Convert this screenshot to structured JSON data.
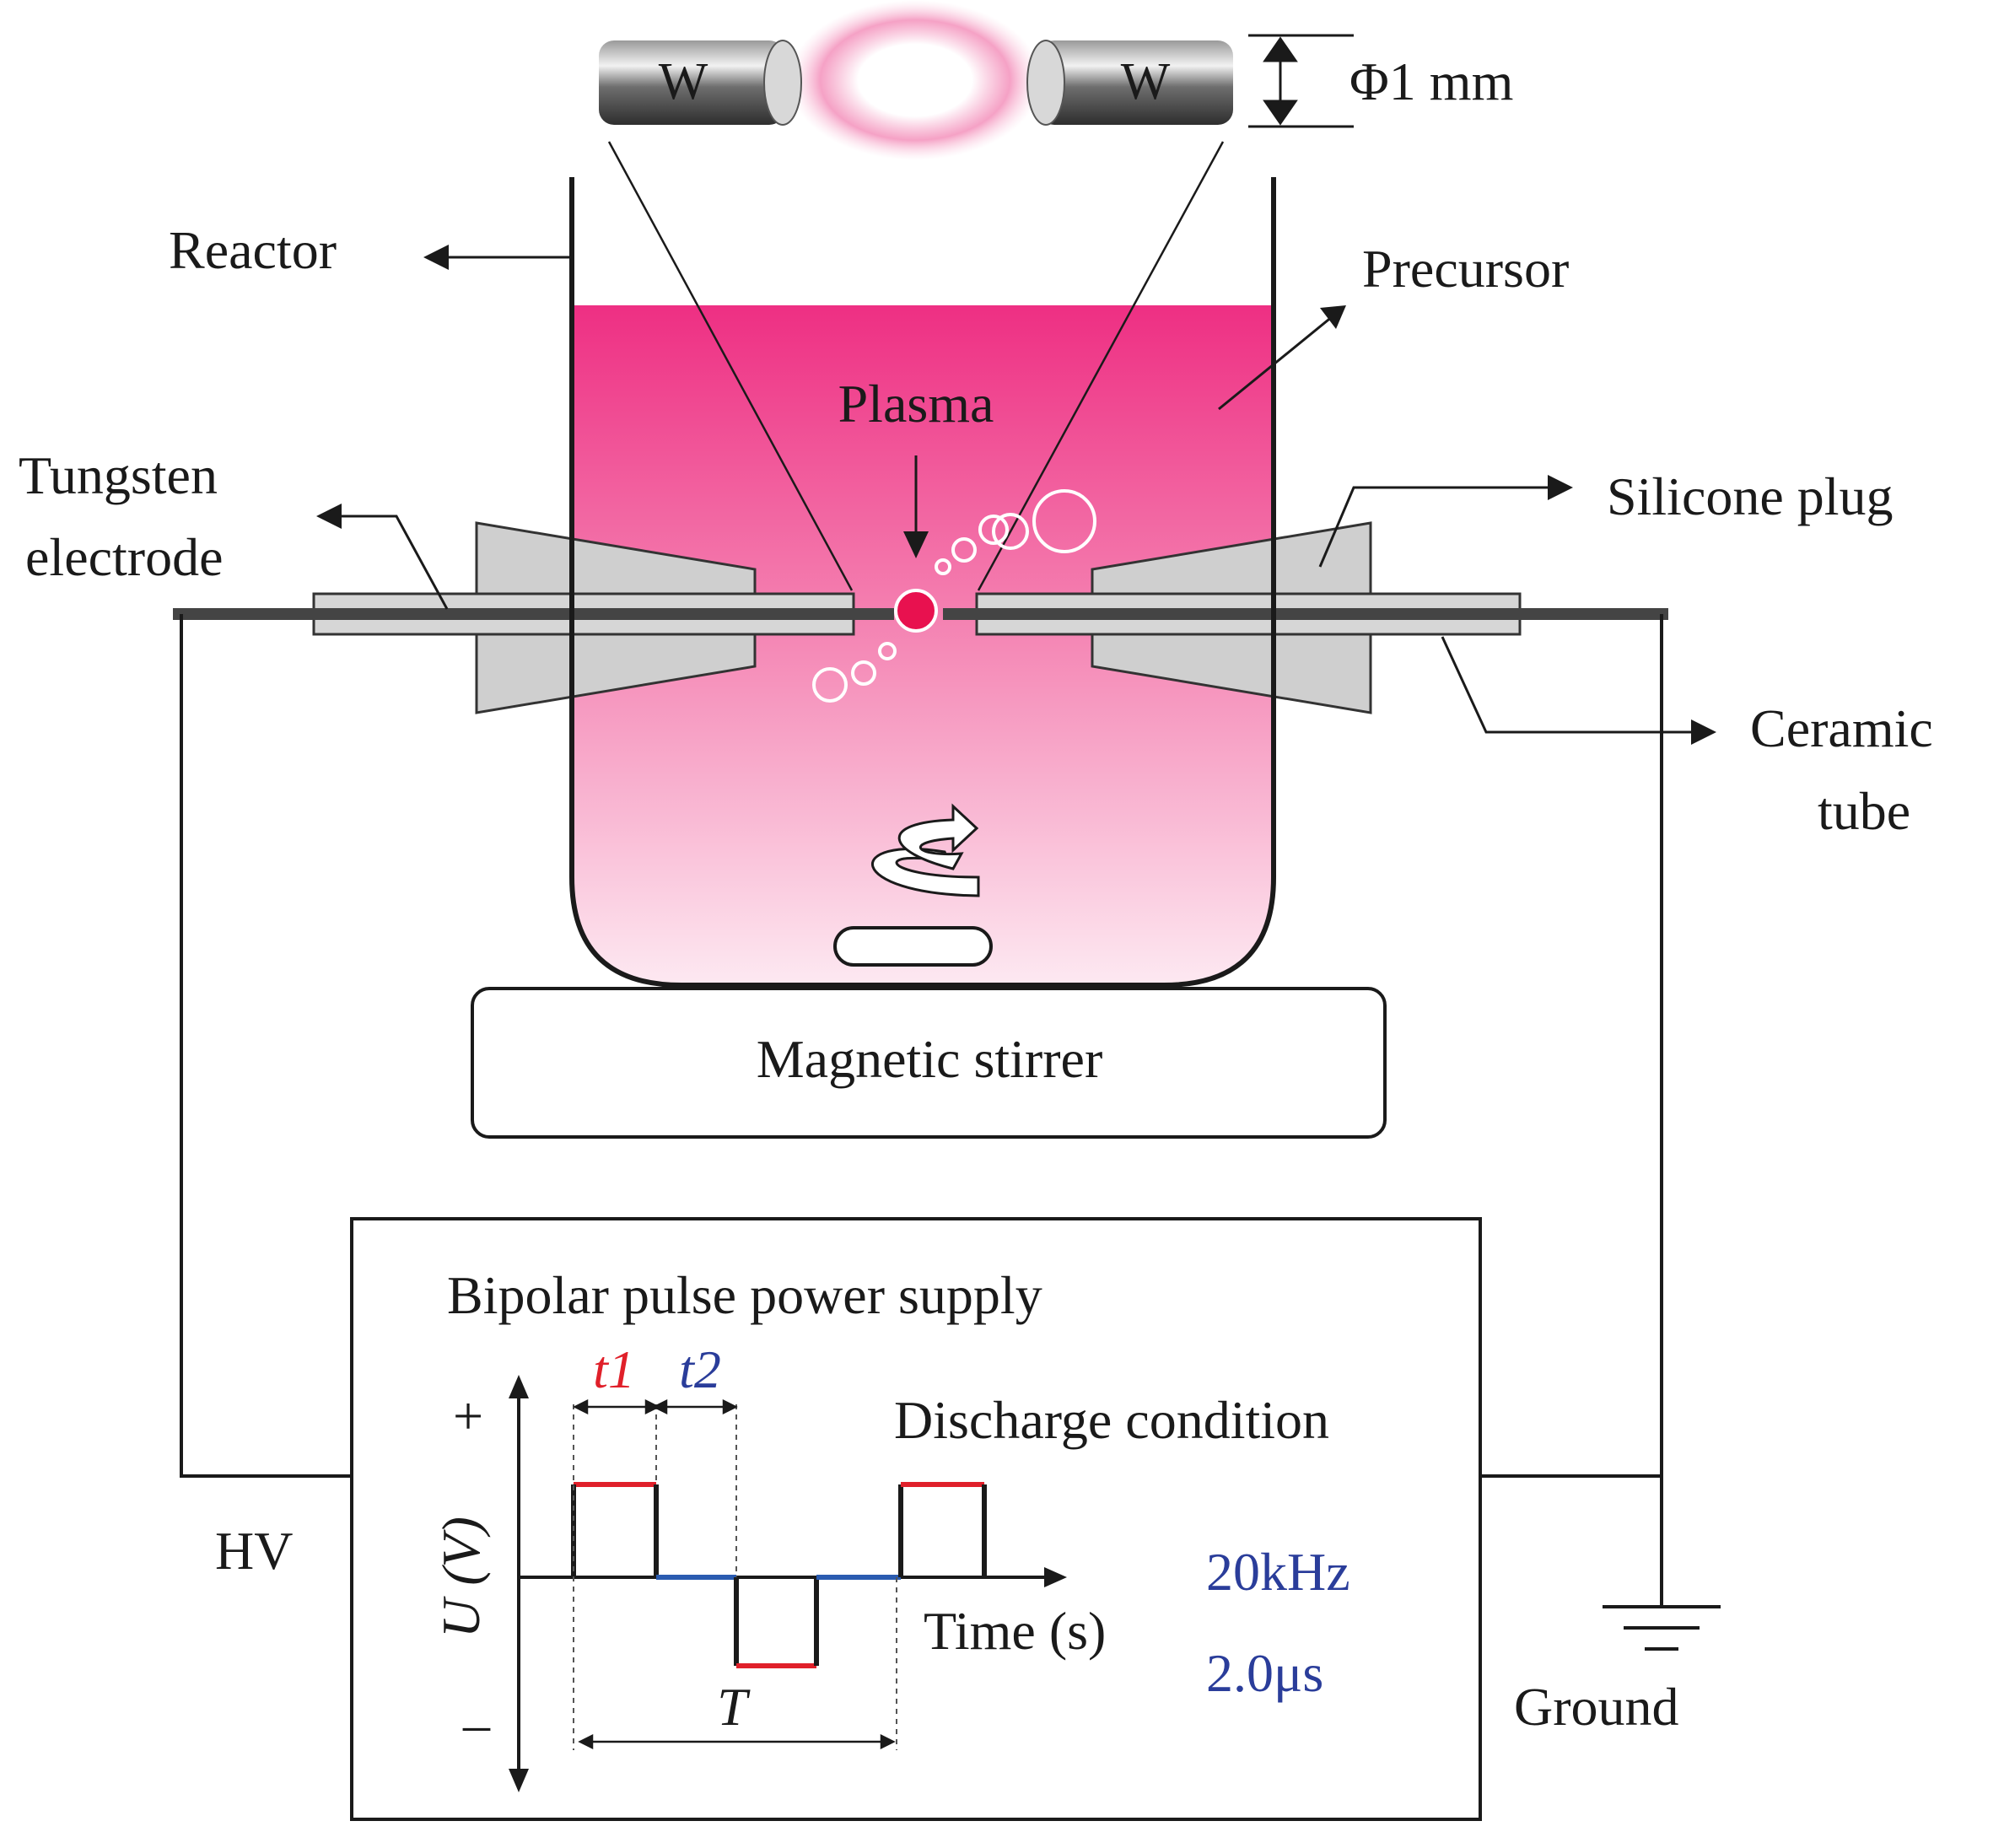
{
  "labels": {
    "electrode_w_left": "W",
    "electrode_w_right": "W",
    "diameter": "Φ1 mm",
    "reactor": "Reactor",
    "precursor": "Precursor",
    "plasma": "Plasma",
    "tungsten_line1": "Tungsten",
    "tungsten_line2": "electrode",
    "silicone_plug": "Silicone plug",
    "ceramic_line1": "Ceramic",
    "ceramic_line2": "tube",
    "magnetic_stirrer": "Magnetic stirrer",
    "power_supply": "Bipolar pulse power supply",
    "t1": "t1",
    "t2": "t2",
    "plus": "+",
    "minus": "–",
    "y_axis": "U (V)",
    "time_axis": "Time (s)",
    "period": "T",
    "discharge_condition": "Discharge condition",
    "frequency": "20kHz",
    "pulse_width": "2.0μs",
    "hv": "HV",
    "ground": "Ground"
  },
  "colors": {
    "precursor_top": "#ee2f83",
    "precursor_bottom": "#fde8f1",
    "plasma_dot": "#e8114f",
    "positive_pulse": "#e0202a",
    "negative_segment": "#2a5bb0",
    "text_blue": "#2a3d9a"
  }
}
